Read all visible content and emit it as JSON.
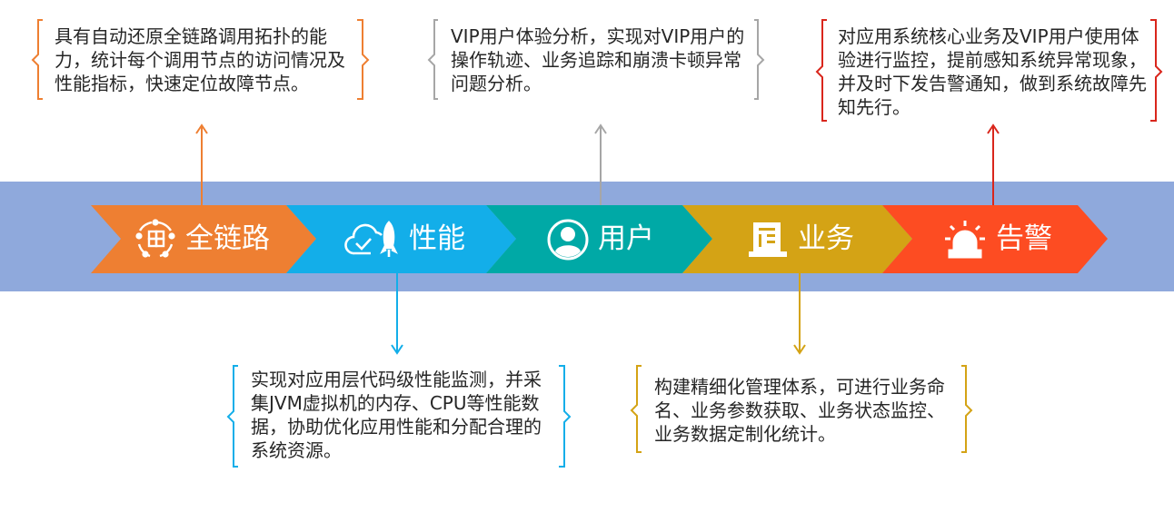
{
  "stages": [
    {
      "id": "chain",
      "label": "全链路",
      "icon": "nodes-cube-icon",
      "color": "#ee7f32"
    },
    {
      "id": "performance",
      "label": "性能",
      "icon": "cloud-rocket-icon",
      "color": "#13aee9"
    },
    {
      "id": "user",
      "label": "用户",
      "icon": "user-circle-icon",
      "color": "#00a9a6"
    },
    {
      "id": "business",
      "label": "业务",
      "icon": "ledger-icon",
      "color": "#d4a315"
    },
    {
      "id": "alert",
      "label": "告警",
      "icon": "alarm-light-icon",
      "color": "#fd4c22"
    }
  ],
  "descriptions": {
    "chain": "具有自动还原全链路调用拓扑的能力，统计每个调用节点的访问情况及性能指标，快速定位故障节点。",
    "performance": "实现对应用层代码级性能监测，并采集JVM虚拟机的内存、CPU等性能数据，协助优化应用性能和分配合理的系统资源。",
    "user": "VIP用户体验分析，实现对VIP用户的操作轨迹、业务追踪和崩溃卡顿异常问题分析。",
    "business": "构建精细化管理体系，可进行业务命名、业务参数获取、业务状态监控、业务数据定制化统计。",
    "alert": "对应用系统核心业务及VIP用户使用体验进行监控，提前感知系统异常现象，并及时下发告警通知，做到系统故障先知先行。"
  },
  "colors": {
    "band": "#8fa9dc",
    "user_bracket": "#a6a6a6",
    "alert_bracket": "#d9261c"
  }
}
